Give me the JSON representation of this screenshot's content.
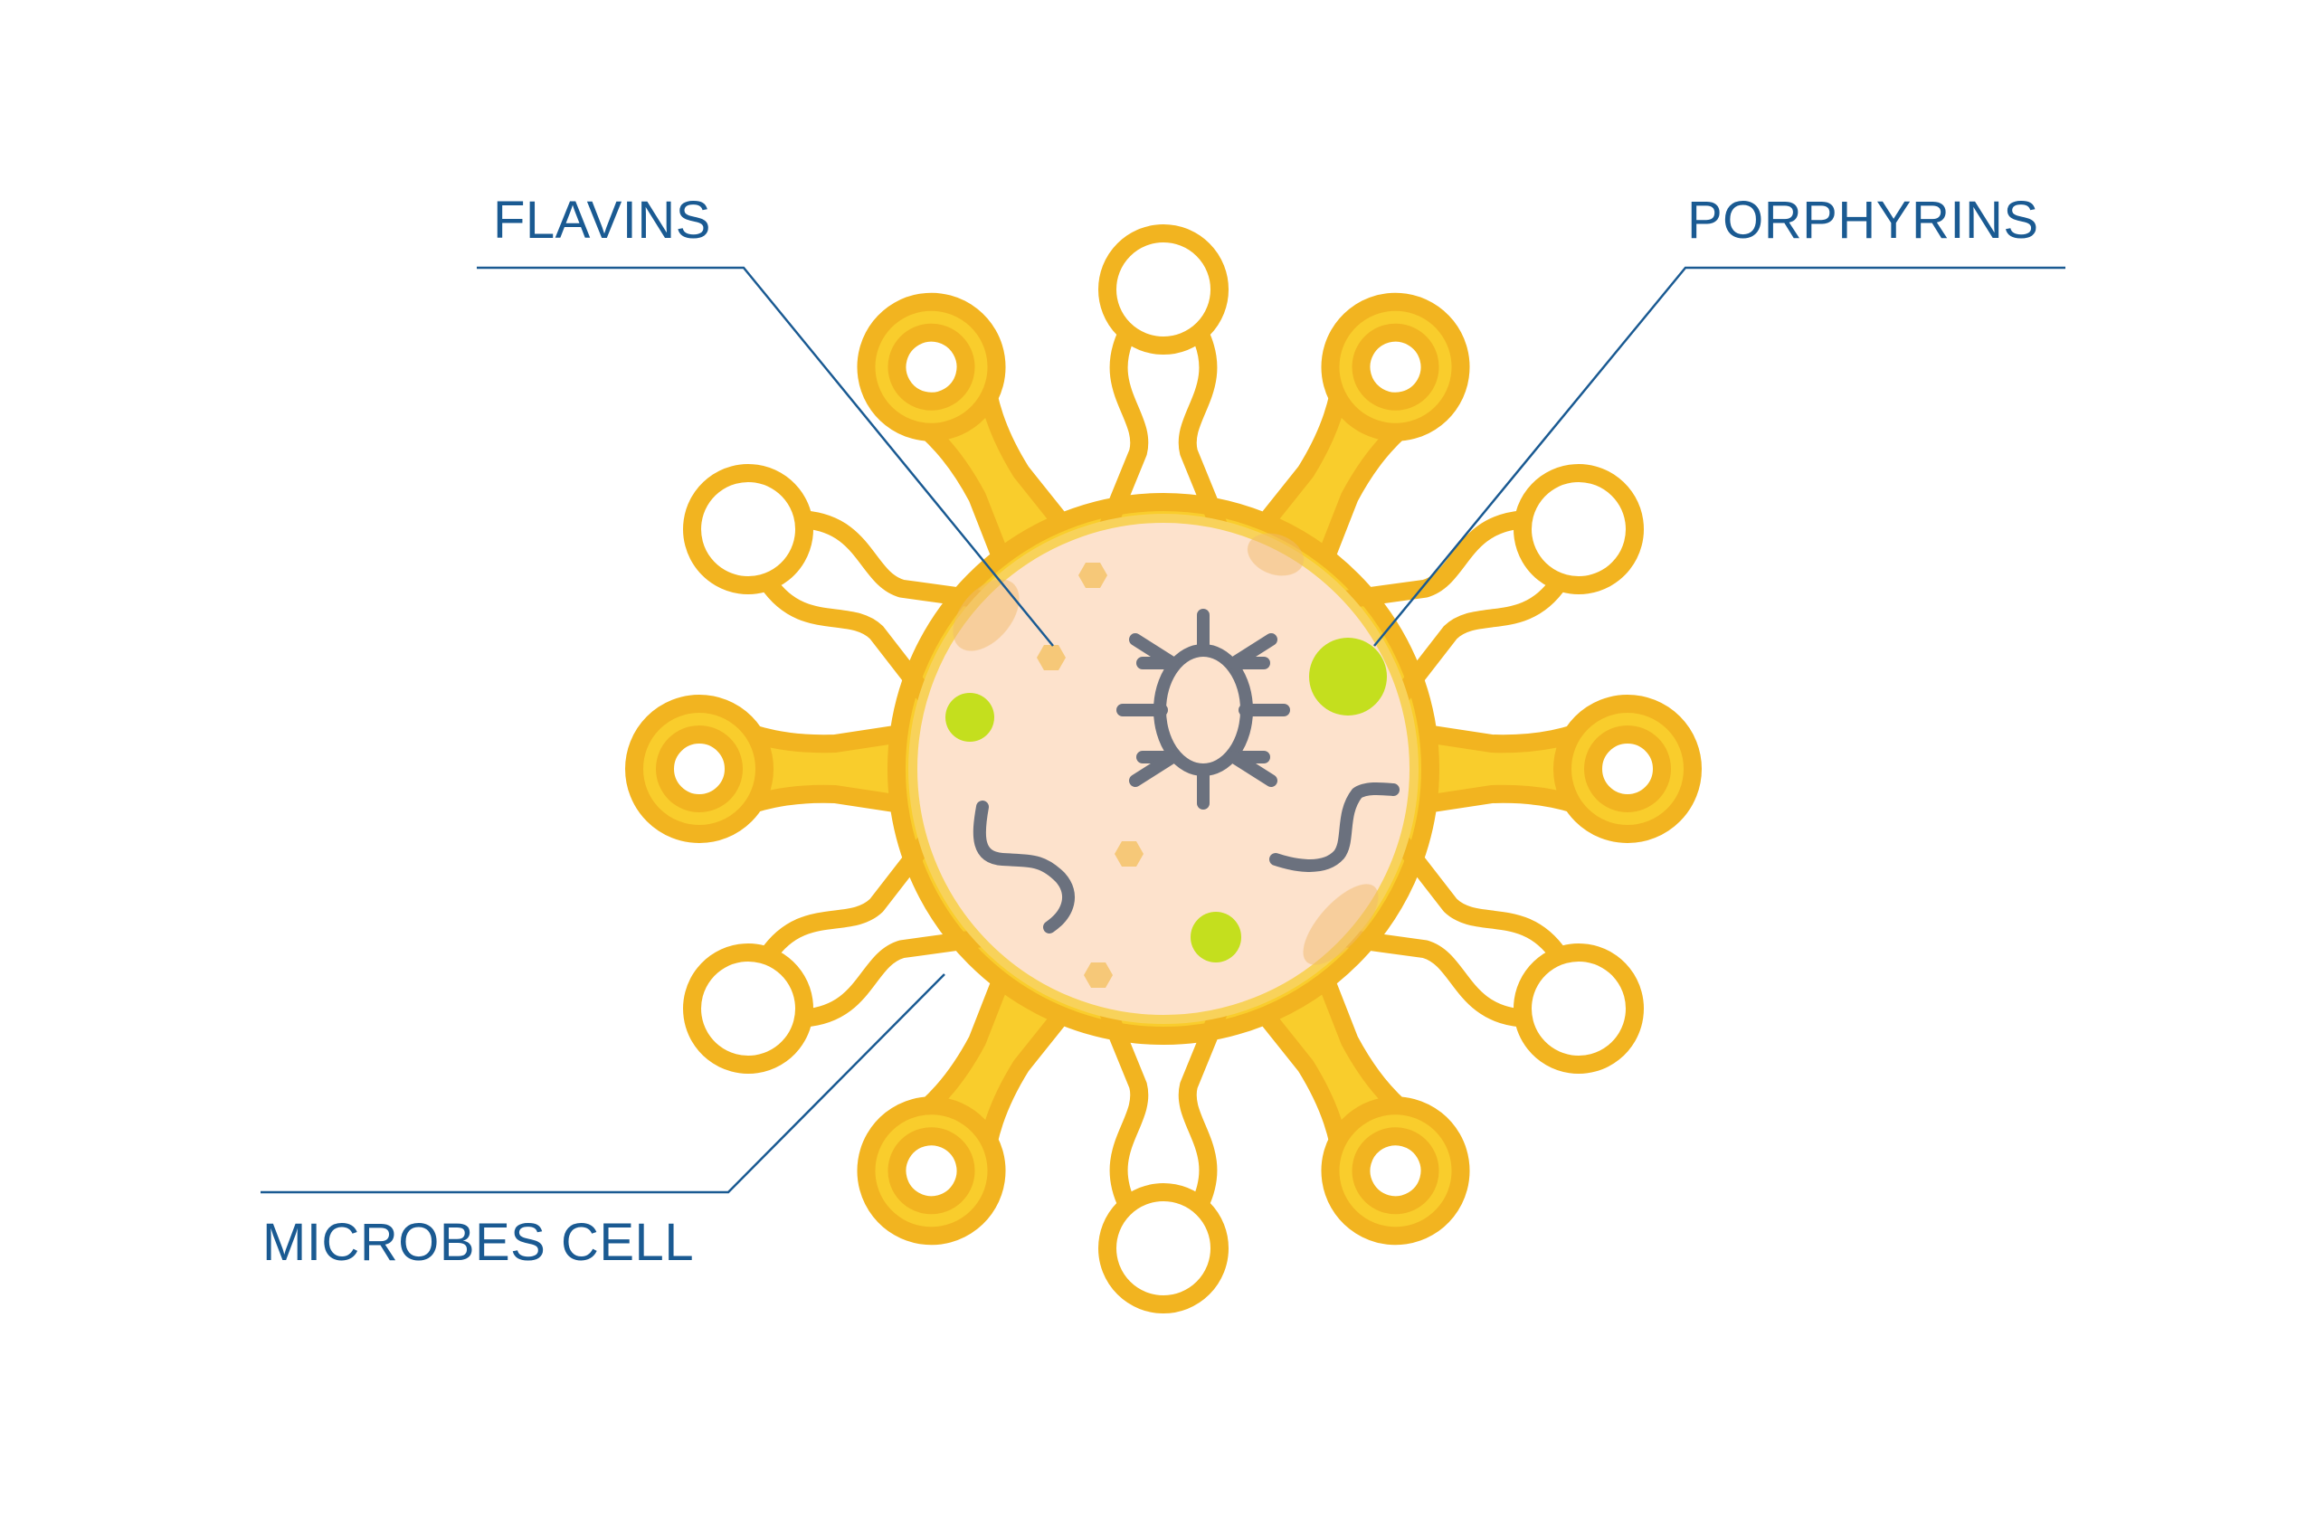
{
  "labels": {
    "flavins": "FLAVINS",
    "porphyrins": "PORPHYRINS",
    "microbes_cell": "MICROBES CELL"
  },
  "colors": {
    "label_text": "#1a5a92",
    "leader_line": "#1a5a92",
    "cell_outline": "#f2b420",
    "cell_fill": "#f9cd2c",
    "nucleus_fill": "#fde2cc",
    "nucleus_ring": "#f8d25a",
    "microbe": "#6b717e",
    "porphyrin_dot": "#c4df1e",
    "flavin_hex": "#f6c878",
    "highlight": "#f0ba6c"
  },
  "icons": [
    "bug-icon",
    "worm-icon"
  ]
}
